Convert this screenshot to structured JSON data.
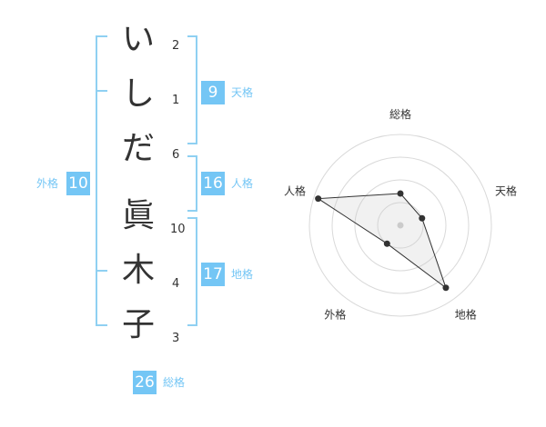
{
  "colors": {
    "accent": "#74c6f5",
    "line": "#8fd0f2",
    "text": "#333333",
    "ring": "#d9d9d9"
  },
  "name": {
    "chars": [
      {
        "char": "い",
        "strokes": "2"
      },
      {
        "char": "し",
        "strokes": "1"
      },
      {
        "char": "だ",
        "strokes": "6"
      },
      {
        "char": "眞",
        "strokes": "10"
      },
      {
        "char": "木",
        "strokes": "4"
      },
      {
        "char": "子",
        "strokes": "3"
      }
    ]
  },
  "fortunes": {
    "tenkaku": {
      "label": "天格",
      "value": "9"
    },
    "jinkaku": {
      "label": "人格",
      "value": "16"
    },
    "chikaku": {
      "label": "地格",
      "value": "17"
    },
    "gaikaku": {
      "label": "外格",
      "value": "10"
    },
    "soukaku": {
      "label": "総格",
      "value": "26"
    }
  },
  "chart_data": {
    "type": "radar",
    "axes": [
      "総格",
      "天格",
      "地格",
      "外格",
      "人格"
    ],
    "values": [
      0.35,
      0.25,
      0.85,
      0.25,
      0.95
    ],
    "rings": 4,
    "range": [
      0,
      1
    ]
  }
}
